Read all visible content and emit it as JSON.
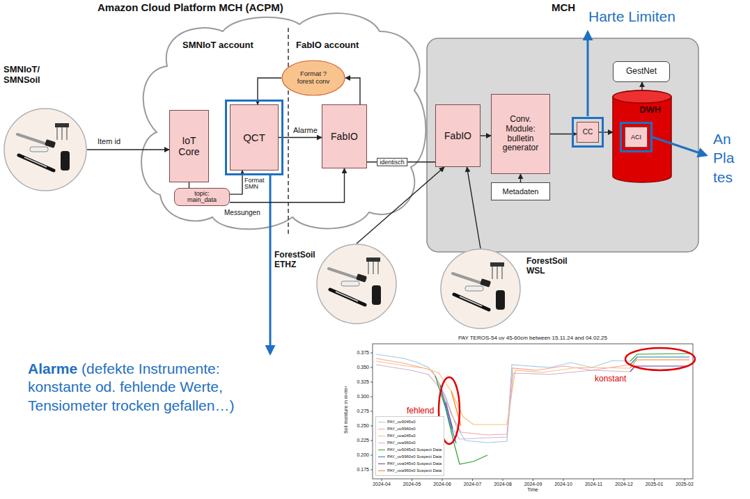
{
  "diagram": {
    "nodes": [
      {
        "text": [
          "Amazon Cloud Platform MCH (ACPM)",
          "SMNIoT account",
          "FabIO account"
        ]
      },
      {
        "text": [
          "IoT Core"
        ],
        "in": 0
      },
      {
        "text": [
          "QCT"
        ],
        "in": 0
      },
      {
        "text": [
          "Format ? forest conv"
        ],
        "in": 0
      },
      {
        "text": [
          "FabIO"
        ],
        "in": 0
      },
      {
        "text": [
          "topic: main_data"
        ],
        "in": 0
      },
      {
        "text": [
          "MCH"
        ]
      },
      {
        "text": [
          "FabIO"
        ],
        "in": 6
      },
      {
        "text": [
          "Conv. Module: bulletin generator"
        ],
        "in": 6
      },
      {
        "text": [
          "Metadaten"
        ],
        "in": 6
      },
      {
        "text": [
          "CC"
        ],
        "in": 6
      },
      {
        "text": [
          "GestNet"
        ],
        "in": 6
      },
      {
        "text": [
          "DWH"
        ],
        "in": 6
      },
      {
        "text": [
          "ACI"
        ],
        "in": 12
      },
      {
        "text": [
          "SMNIoT/ SMNSoil"
        ]
      },
      {
        "text": [
          "ForestSoil ETHZ"
        ]
      },
      {
        "text": [
          "ForestSoil WSL"
        ]
      }
    ],
    "edges": [
      {
        "from": 14,
        "to": 1,
        "arrow": "to",
        "label": "Item id"
      },
      {
        "from": 1,
        "to": 5,
        "arrow": "none"
      },
      {
        "from": 5,
        "to": 4,
        "arrow": "to",
        "label": "Messungen"
      },
      {
        "from": 5,
        "to": 2,
        "arrow": "to",
        "label": "Format SMN"
      },
      {
        "from": 2,
        "to": 4,
        "arrow": "to",
        "label": "Alarme"
      },
      {
        "from": 4,
        "to": 3,
        "arrow": "to"
      },
      {
        "from": 3,
        "to": 2,
        "arrow": "to"
      },
      {
        "from": 4,
        "to": 7,
        "arrow": "none",
        "label": "identisch"
      },
      {
        "from": 15,
        "to": 7,
        "arrow": "to"
      },
      {
        "from": 16,
        "to": 7,
        "arrow": "to"
      },
      {
        "from": 7,
        "to": 8,
        "arrow": "to"
      },
      {
        "from": 9,
        "to": 8,
        "arrow": "to"
      },
      {
        "from": 8,
        "to": 10,
        "arrow": "to"
      },
      {
        "from": 10,
        "to": 12,
        "arrow": "to"
      },
      {
        "from": 12,
        "to": 11,
        "arrow": "to"
      }
    ],
    "labels": [
      "Harte Limiten",
      "An Pla tes",
      "Alarme",
      "(defekte Instrumente: konstante od. fehlende Werte, Tensiometer trocken gefallen…)",
      "PAY TEROS-54 uv 45-60cm between 15.11.24 and 04.02.25",
      "Soil moisture in m³/m³",
      "Time",
      "0.375",
      "0.350",
      "0.325",
      "0.300",
      "0.275",
      "0.250",
      "0.225",
      "0.200",
      "0.175",
      "2024-04",
      "2024-05",
      "2024-06",
      "2024-07",
      "2024-08",
      "2024-09",
      "2024-10",
      "2024-11",
      "2024-12",
      "2025-01",
      "2025-02",
      "fehlend",
      "konstant"
    ],
    "legend": [
      {
        "text": "PAY_uv9045s0"
      },
      {
        "text": "PAY_uv9960s0"
      },
      {
        "text": "PAY_uva045s0"
      },
      {
        "text": "PAY_uva960s0"
      },
      {
        "text": "PAY_uv9045s0 Suspect Data"
      },
      {
        "text": "PAY_uv9960s0 Suspect Data"
      },
      {
        "text": "PAY_uva045s0 Suspect Data"
      },
      {
        "text": "PAY_uva960s0 Suspect Data"
      }
    ]
  }
}
